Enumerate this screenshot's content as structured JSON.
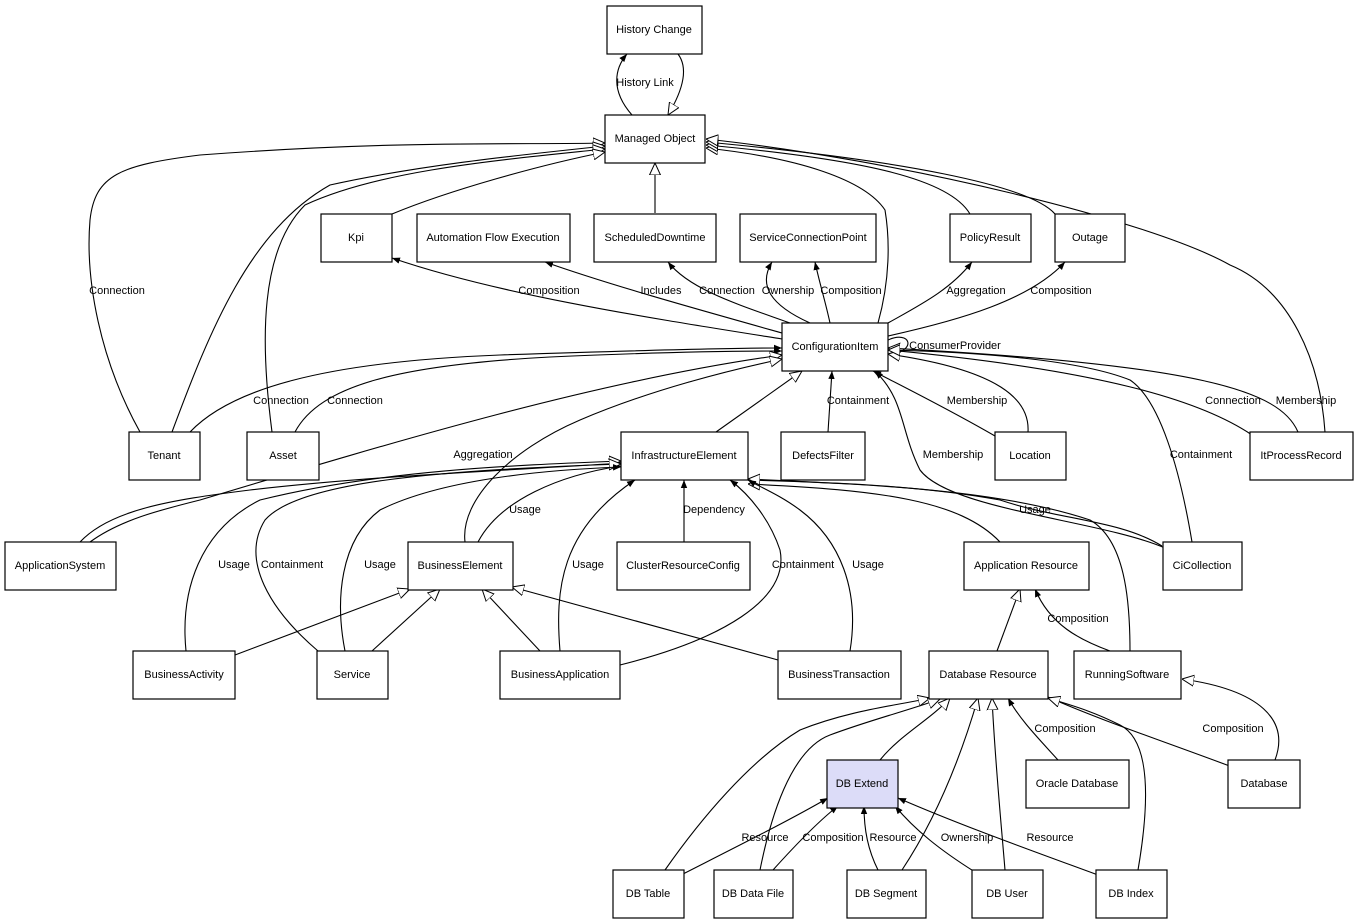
{
  "nodes": {
    "history_change": "History Change",
    "managed_object": "Managed Object",
    "kpi": "Kpi",
    "automation_flow_execution": "Automation Flow Execution",
    "scheduled_downtime": "ScheduledDowntime",
    "service_connection_point": "ServiceConnectionPoint",
    "policy_result": "PolicyResult",
    "outage": "Outage",
    "configuration_item": "ConfigurationItem",
    "tenant": "Tenant",
    "asset": "Asset",
    "infrastructure_element": "InfrastructureElement",
    "defects_filter": "DefectsFilter",
    "location": "Location",
    "it_process_record": "ItProcessRecord",
    "application_system": "ApplicationSystem",
    "business_element": "BusinessElement",
    "cluster_resource_config": "ClusterResourceConfig",
    "application_resource": "Application Resource",
    "ci_collection": "CiCollection",
    "business_activity": "BusinessActivity",
    "service": "Service",
    "business_application": "BusinessApplication",
    "business_transaction": "BusinessTransaction",
    "database_resource": "Database Resource",
    "running_software": "RunningSoftware",
    "db_extend": "DB Extend",
    "oracle_database": "Oracle Database",
    "database": "Database",
    "db_table": "DB Table",
    "db_data_file": "DB Data File",
    "db_segment": "DB Segment",
    "db_user": "DB User",
    "db_index": "DB Index"
  },
  "edge_labels": {
    "history_link": "History Link",
    "tenant_connection_mo": "Connection",
    "kpi_composition": "Composition",
    "includes": "Includes",
    "sd_connection": "Connection",
    "scp_ownership": "Ownership",
    "scp_composition": "Composition",
    "policy_aggregation": "Aggregation",
    "outage_composition": "Composition",
    "consumer_provider": "ConsumerProvider",
    "tenant_connection_ci": "Connection",
    "asset_connection_ci": "Connection",
    "defects_containment": "Containment",
    "location_membership": "Membership",
    "itpr_connection": "Connection",
    "itpr_membership": "Membership",
    "appsys_aggregation": "Aggregation",
    "cicoll_membership": "Membership",
    "cicoll_containment": "Containment",
    "be_usage": "Usage",
    "cluster_dependency": "Dependency",
    "cicoll_usage": "Usage",
    "activity_usage": "Usage",
    "service_containment": "Containment",
    "service_usage": "Usage",
    "bapp_usage": "Usage",
    "bapp_containment": "Containment",
    "btx_usage": "Usage",
    "rs_composition": "Composition",
    "oracle_composition": "Composition",
    "database_composition": "Composition",
    "table_resource": "Resource",
    "datafile_composition": "Composition",
    "segment_resource": "Resource",
    "user_ownership": "Ownership",
    "index_resource": "Resource"
  }
}
